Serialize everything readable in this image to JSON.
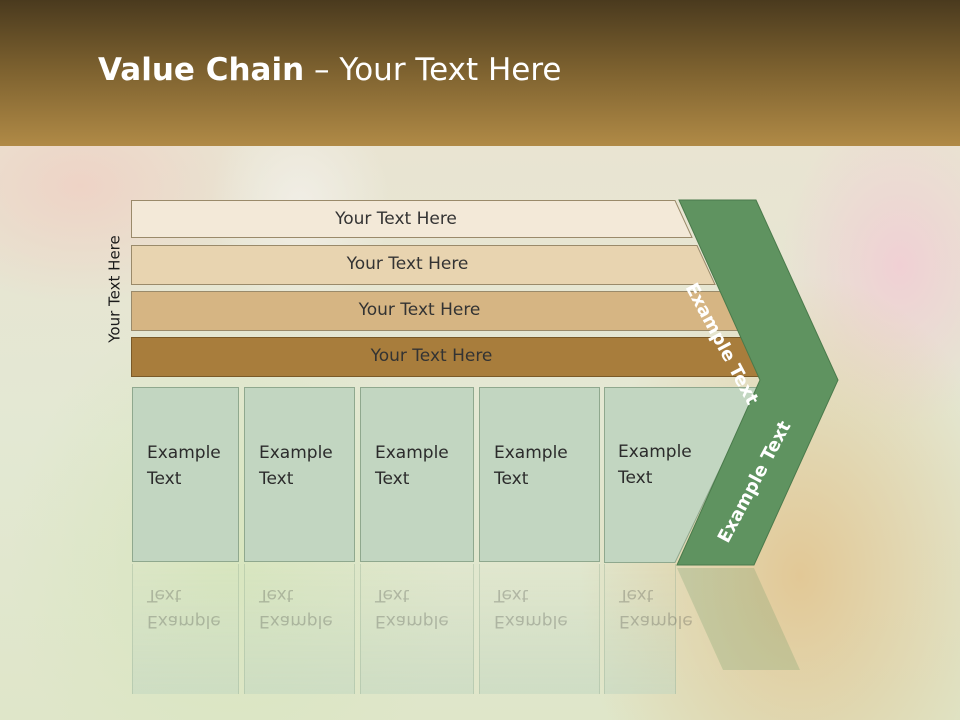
{
  "title": {
    "bold": "Value Chain",
    "rest": " – Your Text Here"
  },
  "side_label": "Your Text Here",
  "bars": [
    {
      "label": "Your Text Here",
      "fill": "#f3e9d8"
    },
    {
      "label": "Your Text Here",
      "fill": "#e8d4b0"
    },
    {
      "label": "Your Text Here",
      "fill": "#d6b583"
    },
    {
      "label": "Your Text Here",
      "fill": "#a87d3c"
    }
  ],
  "boxes": [
    {
      "line1": "Example",
      "line2": "Text"
    },
    {
      "line1": "Example",
      "line2": "Text"
    },
    {
      "line1": "Example",
      "line2": "Text"
    },
    {
      "line1": "Example",
      "line2": "Text"
    },
    {
      "line1": "Example",
      "line2": "Text"
    }
  ],
  "arrow": {
    "top_label": "Example Text",
    "bottom_label": "Example Text",
    "color": "#5f9360"
  },
  "colors": {
    "header": "#7a5f2e",
    "box_fill": "#c2d6c1"
  }
}
